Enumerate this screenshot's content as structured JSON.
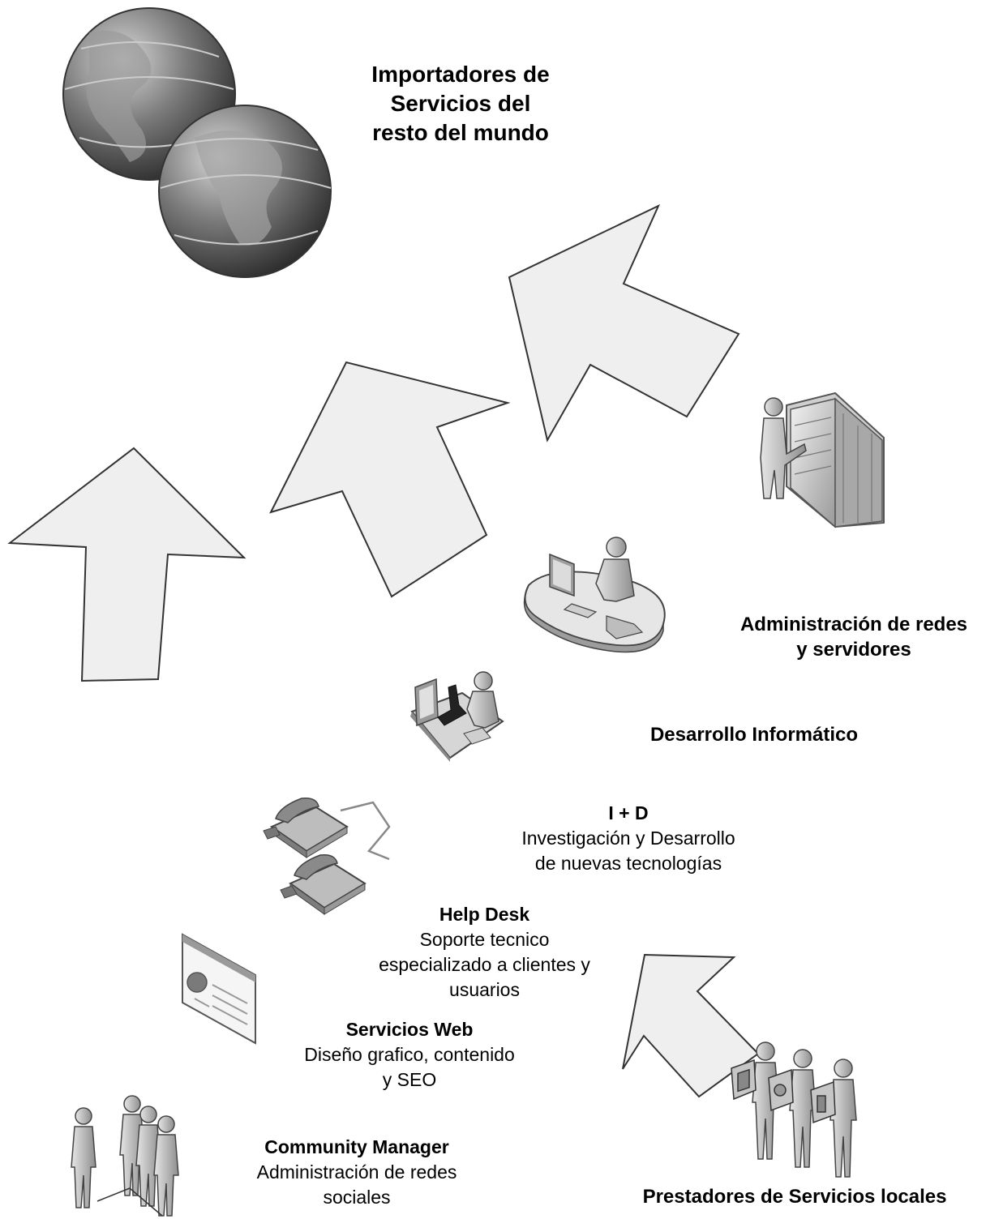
{
  "title": "Importadores de\nServicios del\nresto del mundo",
  "labels": {
    "admin_redes": "Administración de redes\ny servidores",
    "desarrollo": "Desarrollo Informático",
    "id_title": "I + D",
    "id_sub": "Investigación y Desarrollo\nde nuevas tecnologías",
    "helpdesk_title": "Help Desk",
    "helpdesk_sub": "Soporte tecnico\nespecializado a clientes y\nusuarios",
    "web_title": "Servicios Web",
    "web_sub": "Diseño grafico, contenido\ny SEO",
    "cm_title": "Community Manager",
    "cm_sub": "Administración de redes\nsociales",
    "prestadores": "Prestadores de Servicios locales"
  },
  "icons": [
    "globe-icon",
    "server-admin-icon",
    "developer-desk-icon",
    "researcher-icon",
    "telephones-icon",
    "webpage-icon",
    "group-people-icon",
    "service-providers-icon"
  ],
  "colors": {
    "arrow_fill": "#efefef",
    "arrow_stroke": "#333333",
    "figure": "#b8b8b8",
    "globe": "#6e6e6e"
  }
}
